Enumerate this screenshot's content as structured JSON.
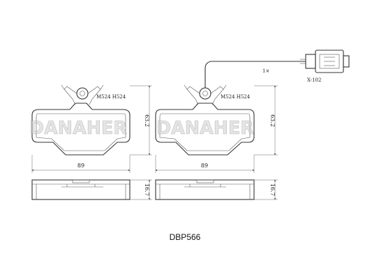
{
  "brand_watermark": "DANAHER",
  "part_number": "DBP566",
  "left_pad": {
    "markings": "M524 H524",
    "width_dim": "89",
    "height_dim": "63.2",
    "thickness_dim": "16.7"
  },
  "right_pad": {
    "markings": "M524 H524",
    "width_dim": "89",
    "height_dim": "63.2",
    "thickness_dim": "16.7"
  },
  "sensor": {
    "quantity": "1×",
    "connector_code": "X-102"
  }
}
